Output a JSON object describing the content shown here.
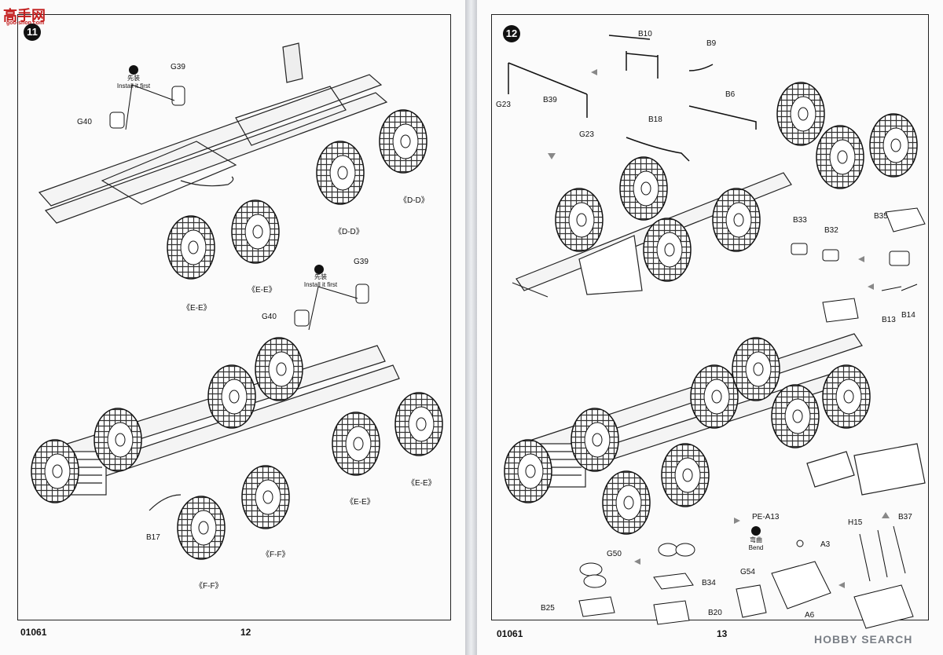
{
  "watermark": {
    "cn": "高手网",
    "url": "goo-shop.com"
  },
  "hobby_search": "HOBBY SEARCH",
  "left": {
    "step": "11",
    "code": "01061",
    "page": "12",
    "note_cn": "先装",
    "note_en": "Install it first",
    "labels": {
      "g40a": "G40",
      "g39a": "G39",
      "dd1": "《D-D》",
      "dd2": "《D-D》",
      "ee1": "《E-E》",
      "ee2": "《E-E》",
      "g40b": "G40",
      "g39b": "G39",
      "ee3": "《E-E》",
      "ee4": "《E-E》",
      "b17": "B17",
      "ff1": "《F-F》",
      "ff2": "《F-F》"
    }
  },
  "right": {
    "step": "12",
    "code": "01061",
    "page": "13",
    "bend_cn": "弯曲",
    "bend_en": "Bend",
    "labels": {
      "b10": "B10",
      "b9": "B9",
      "g23a": "G23",
      "b39": "B39",
      "g23b": "G23",
      "b6": "B6",
      "b18": "B18",
      "b33": "B33",
      "b32": "B32",
      "b35": "B35",
      "b13": "B13",
      "b14": "B14",
      "pea13": "PE-A13",
      "a3": "A3",
      "h15": "H15",
      "b37": "B37",
      "g50": "G50",
      "b34": "B34",
      "b25": "B25",
      "b20": "B20",
      "g54": "G54",
      "a6": "A6"
    }
  }
}
